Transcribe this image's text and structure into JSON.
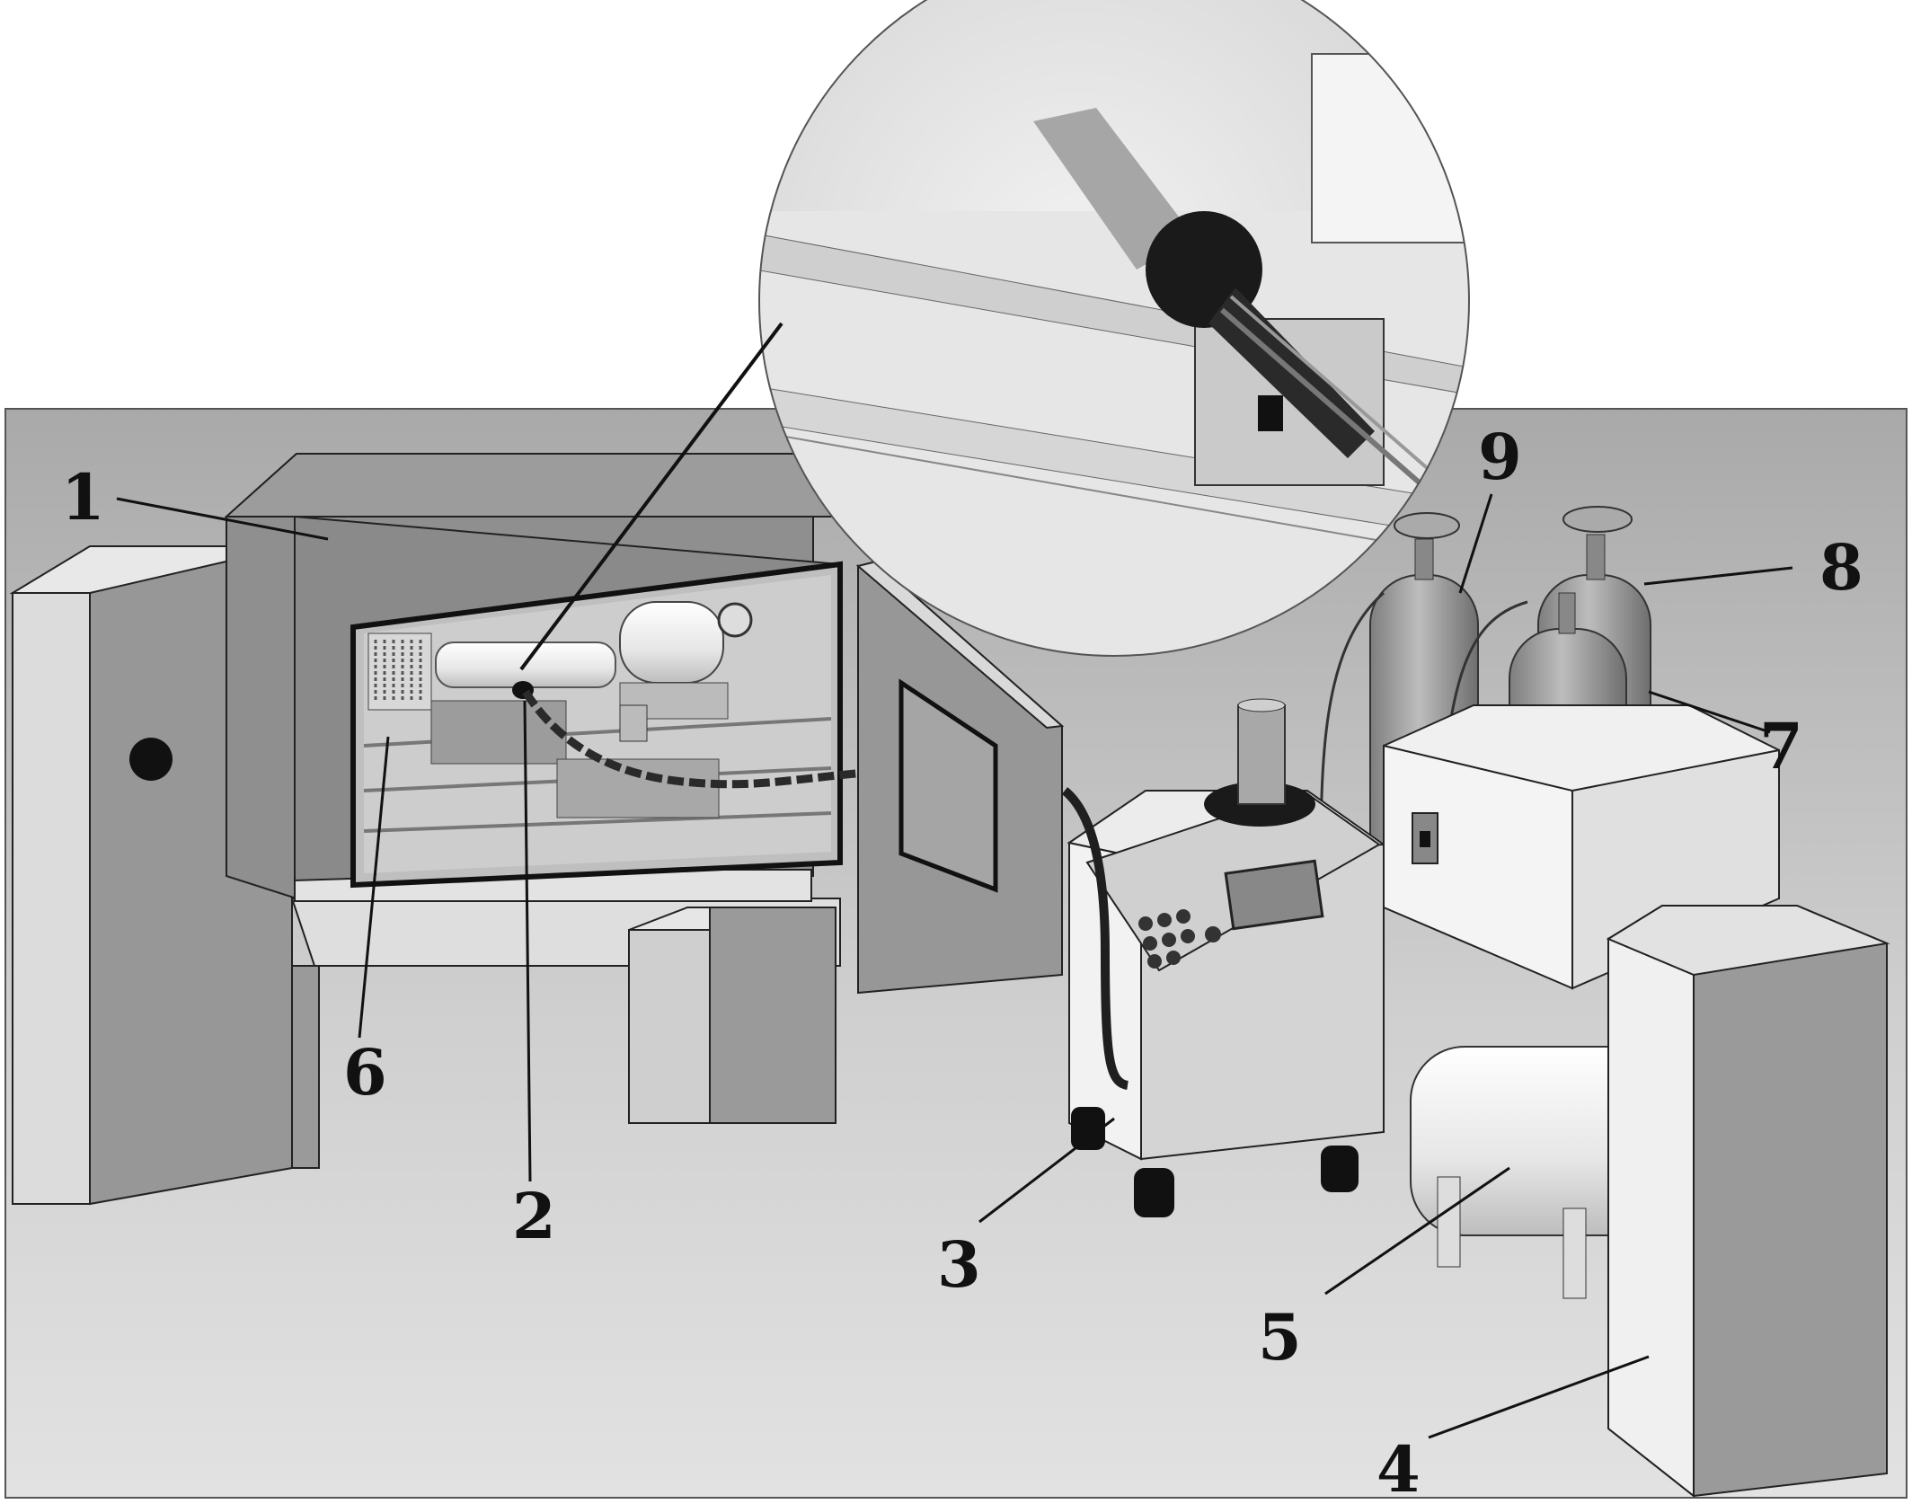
{
  "labels": {
    "n1": "1",
    "n2": "2",
    "n3": "3",
    "n4": "4",
    "n5": "5",
    "n6": "6",
    "n7": "7",
    "n8": "8",
    "n9": "9"
  },
  "colors": {
    "floor": "#c9c9c9",
    "machine_dark": "#8c8c8c",
    "machine_mid": "#a8a8a8",
    "machine_light": "#e4e4e4",
    "outline": "#1a1a1a"
  }
}
